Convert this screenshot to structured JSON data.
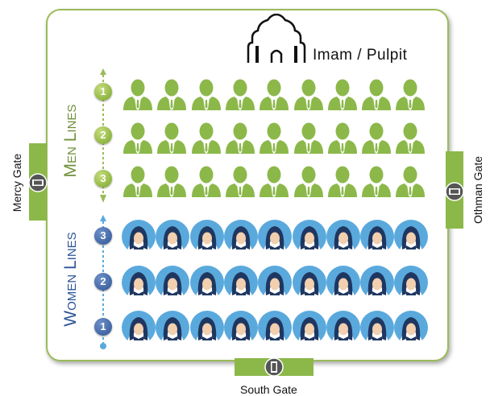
{
  "title": "Imam / Pulpit",
  "labels": {
    "men": "Men Lines",
    "women": "Women Lines"
  },
  "gates": {
    "mercy": "Mercy Gate",
    "othman": "Othman Gate",
    "south": "South Gate"
  },
  "men_rows": [
    {
      "number": "1",
      "count": 9
    },
    {
      "number": "2",
      "count": 9
    },
    {
      "number": "3",
      "count": 9
    }
  ],
  "women_rows": [
    {
      "number": "3",
      "count": 9
    },
    {
      "number": "2",
      "count": 9
    },
    {
      "number": "1",
      "count": 9
    }
  ],
  "colors": {
    "men": "#8cb84a",
    "women": "#2e5596",
    "women_circle": "#5aa9dd",
    "border": "#9bbb59"
  },
  "icons": {
    "person_men": "man-in-suit-icon",
    "person_women": "woman-hijab-icon",
    "pulpit": "dome-pulpit-icon",
    "gate": "door-icon"
  }
}
